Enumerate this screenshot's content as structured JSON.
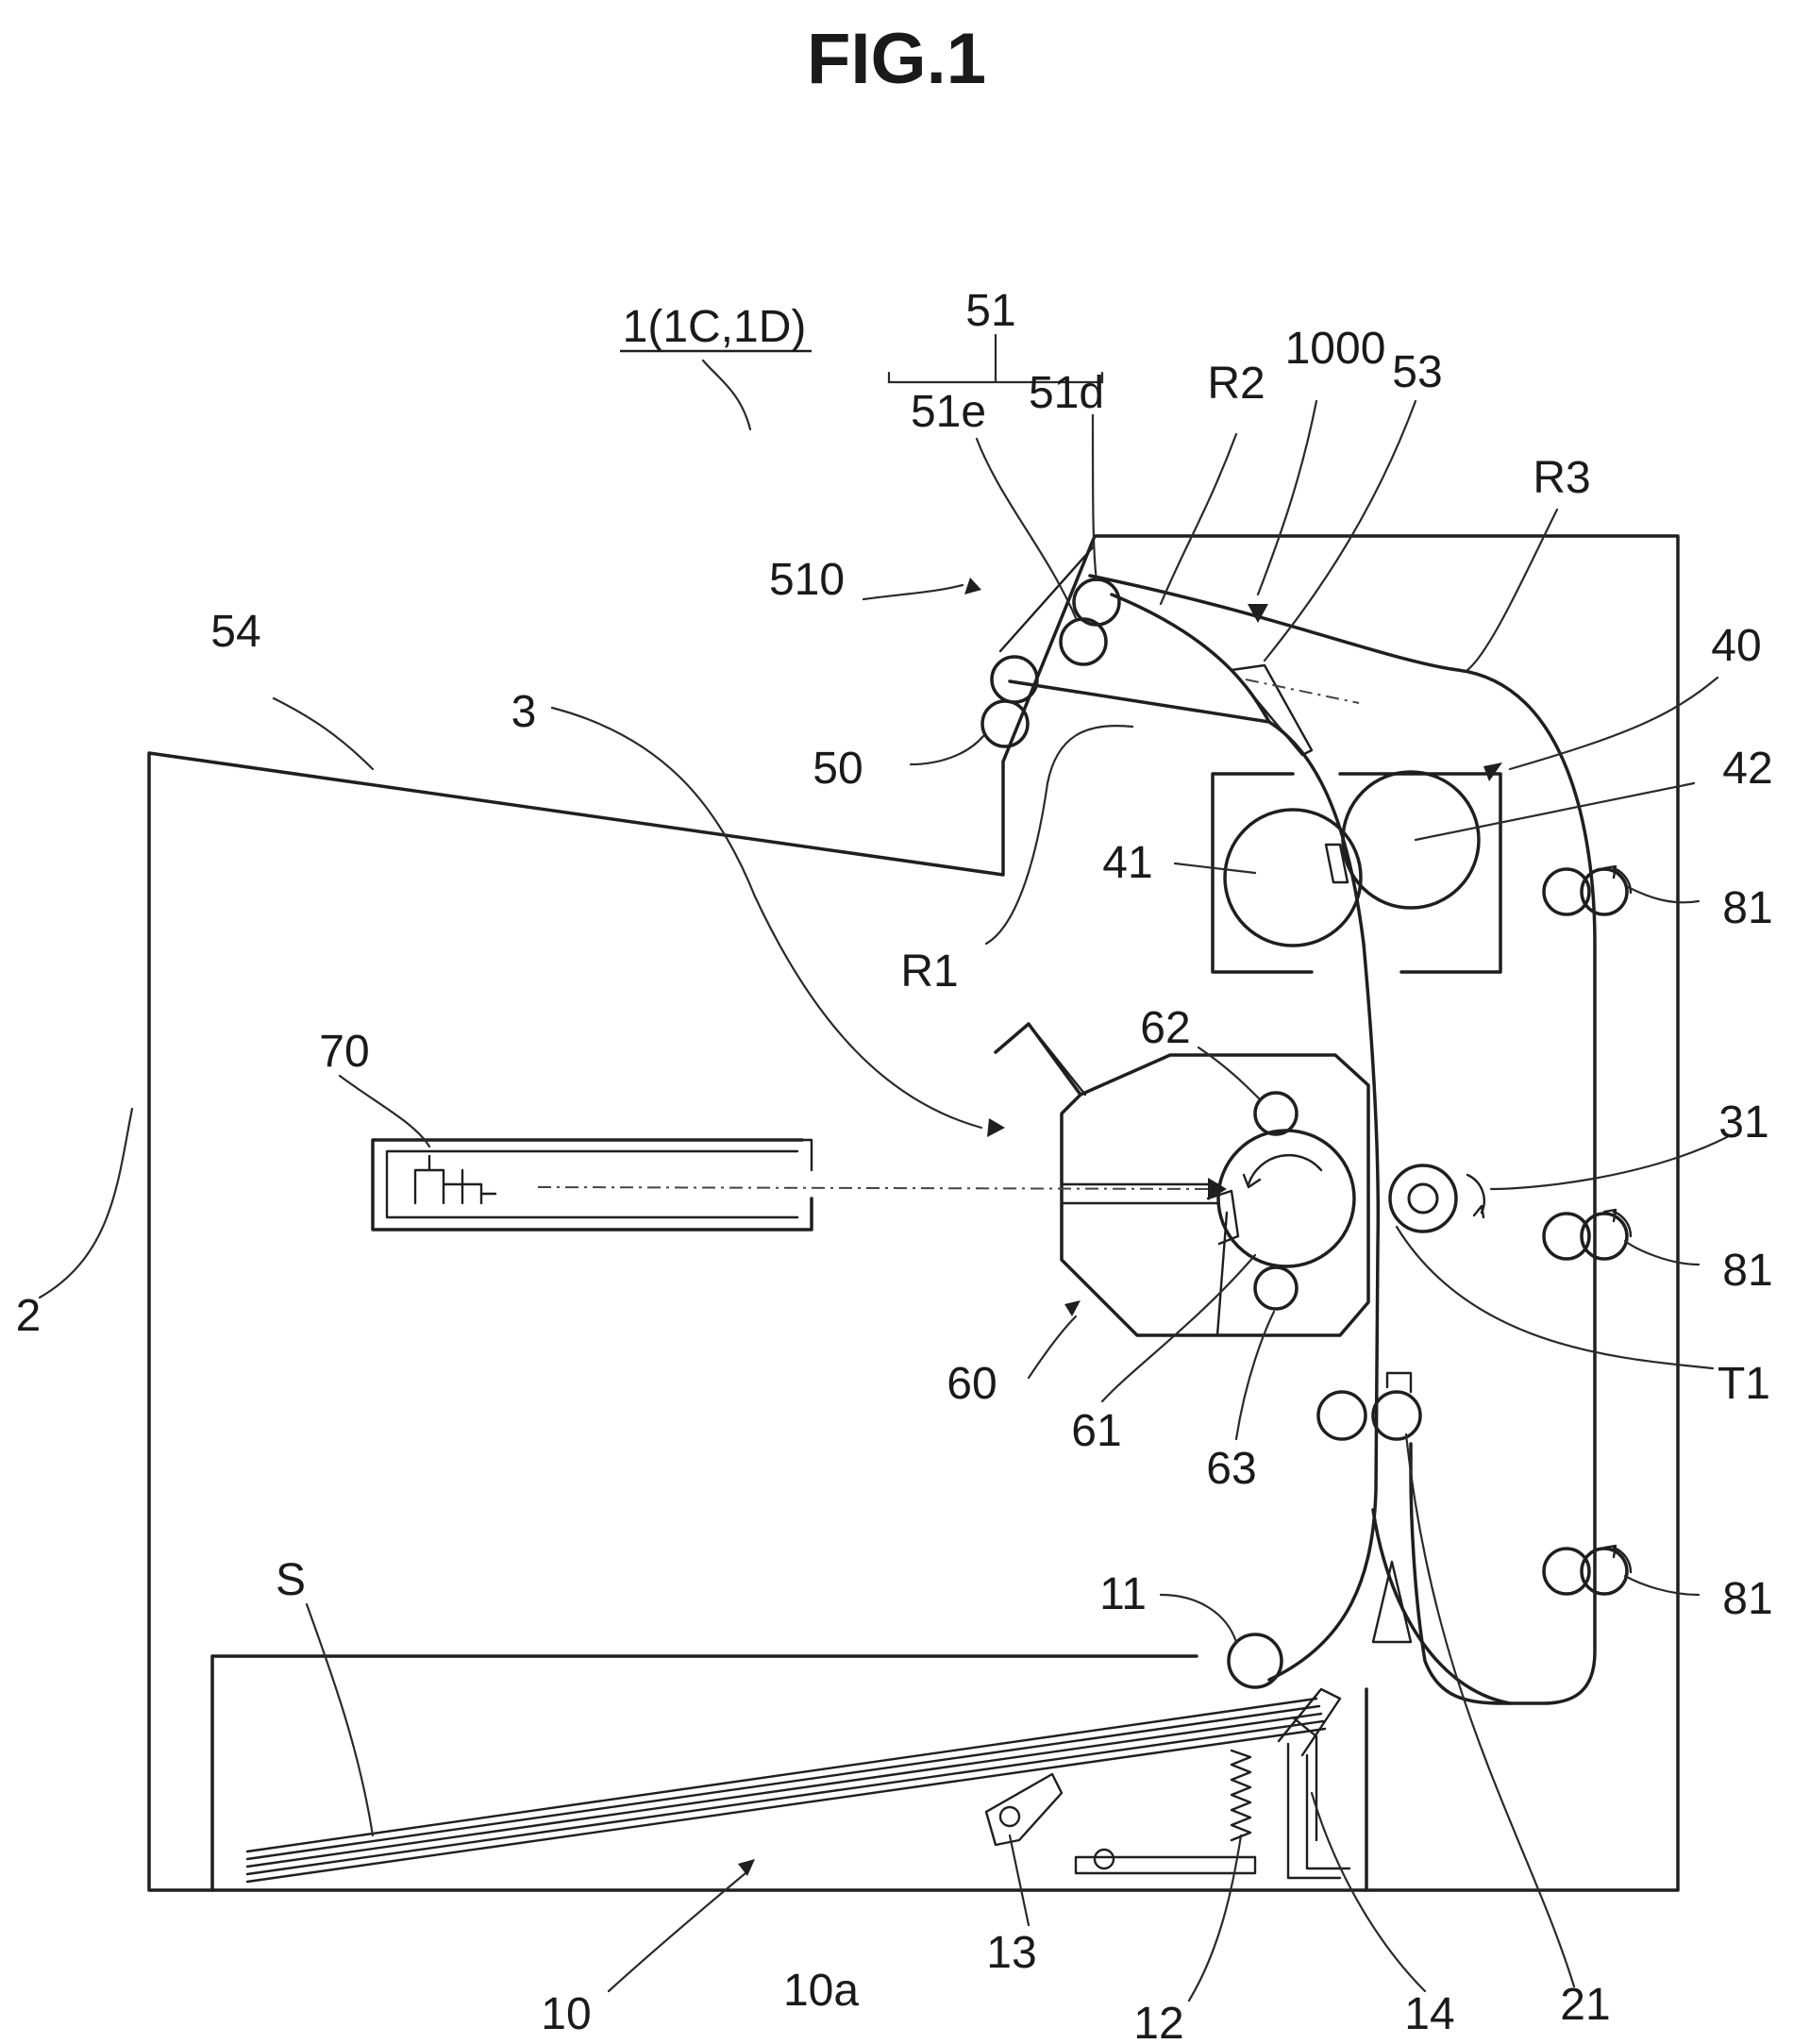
{
  "title": "FIG.1",
  "labels": {
    "device": "1(1C,1D)",
    "l51": "51",
    "l51e": "51e",
    "l51d": "51d",
    "lR2": "R2",
    "l1000": "1000",
    "l53": "53",
    "lR3": "R3",
    "l510": "510",
    "l54": "54",
    "l40": "40",
    "l3": "3",
    "l50": "50",
    "l42": "42",
    "l41": "41",
    "l81a": "81",
    "lR1": "R1",
    "l62": "62",
    "l70": "70",
    "l31": "31",
    "l81b": "81",
    "l2": "2",
    "l60": "60",
    "l61": "61",
    "l63": "63",
    "lT1": "T1",
    "lS": "S",
    "l11": "11",
    "l81c": "81",
    "l10": "10",
    "l10a": "10a",
    "l13": "13",
    "l12": "12",
    "l14": "14",
    "l21": "21"
  }
}
